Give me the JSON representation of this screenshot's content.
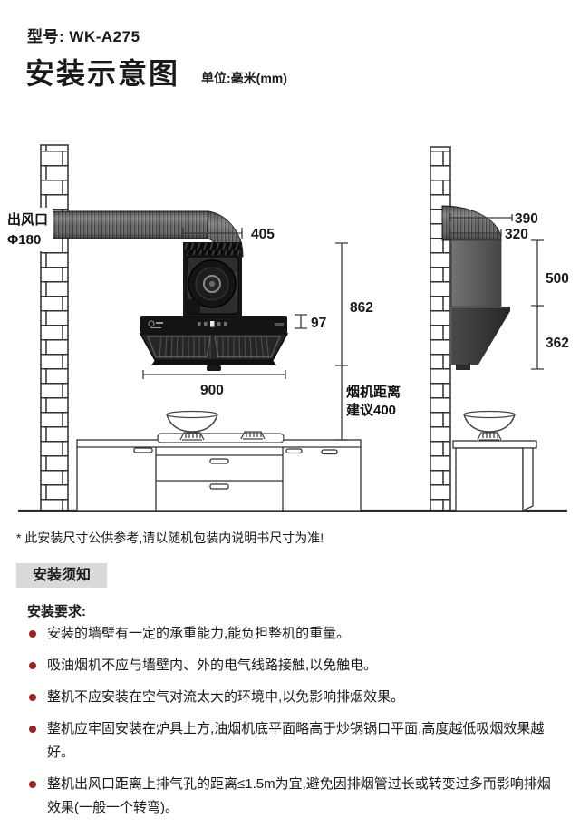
{
  "page": {
    "model_label": "型号:",
    "model_value": "WK-A275",
    "title": "安装示意图",
    "unit_label": "单位:毫米(mm)"
  },
  "diagram": {
    "outlet_line1": "出风口",
    "outlet_line2": "Φ180",
    "dim_duct_top_width": "405",
    "dim_panel_height": "97",
    "dim_total_height": "862",
    "dim_distance_line1": "烟机距离",
    "dim_distance_line2": "建议400",
    "dim_hood_width": "900",
    "dim_side_depth_top": "390",
    "dim_side_depth_duct": "320",
    "dim_side_upper_height": "500",
    "dim_side_lower_height": "362"
  },
  "footnote": "* 此安装尺寸公供参考,请以随机包装内说明书尺寸为准!",
  "notice": {
    "heading": "安装须知",
    "subheading": "安装要求:",
    "items": [
      "安装的墙壁有一定的承重能力,能负担整机的重量。",
      "吸油烟机不应与墙壁内、外的电气线路接触,以免触电。",
      "整机不应安装在空气对流太大的环境中,以免影响排烟效果。",
      "整机应牢固安装在炉具上方,油烟机底平面略高于炒锅锅口平面,高度越低吸烟效果越好。",
      "整机出风口距离上排气孔的距离≤1.5m为宜,避免因排烟管过长或转变过多而影响排烟效果(一般一个转弯)。"
    ]
  },
  "colors": {
    "bullet": "#9a2421",
    "notice_bg": "#d9d9d9",
    "text": "#1a1a1a"
  }
}
